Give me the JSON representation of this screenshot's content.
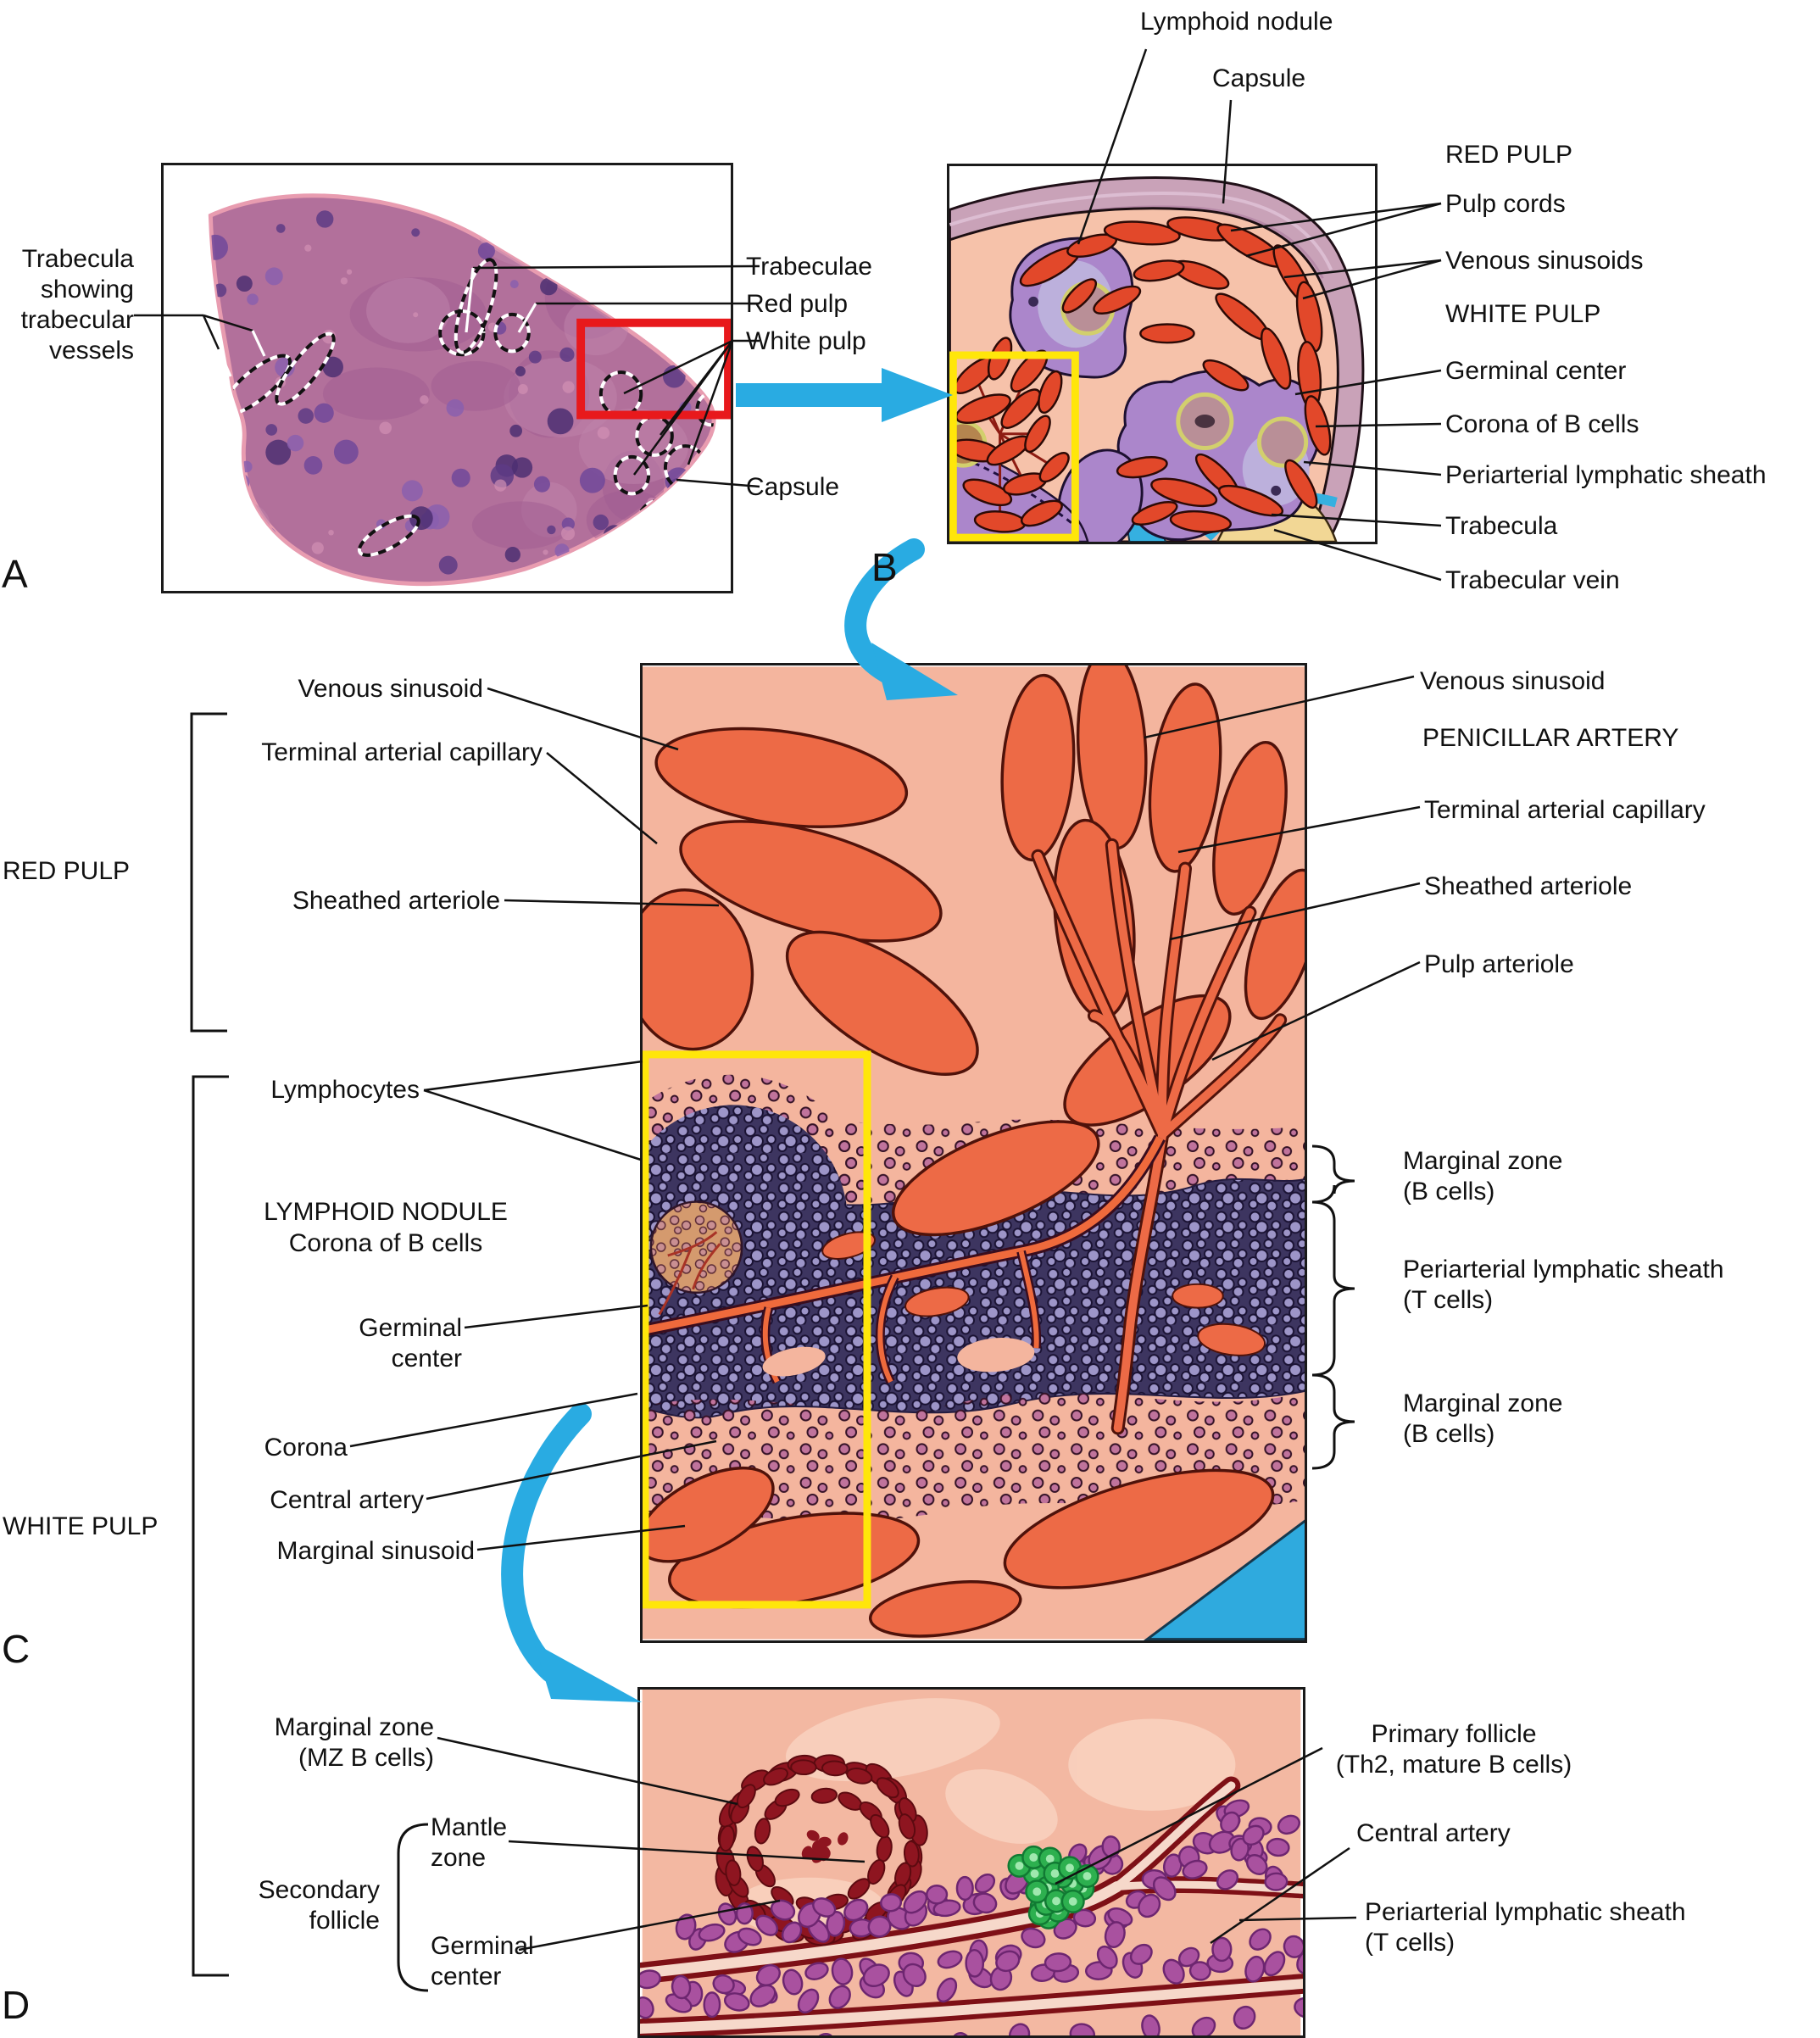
{
  "panel_a": {
    "letter": "A",
    "trabecula_vessels": "Trabecula\nshowing\ntrabecular\nvessels",
    "trabeculae": "Trabeculae",
    "red_pulp": "Red pulp",
    "white_pulp": "White pulp",
    "capsule": "Capsule"
  },
  "panel_b": {
    "letter": "B",
    "lymphoid_nodule": "Lymphoid nodule",
    "capsule": "Capsule",
    "right_labels": [
      "RED PULP",
      "Pulp cords",
      "Venous sinusoids",
      "WHITE PULP",
      "Germinal center",
      "Corona of B cells",
      "Periarterial lymphatic sheath",
      "Trabecula",
      "Trabecular vein"
    ]
  },
  "panel_c": {
    "letter": "C",
    "venous_sinusoid_left": "Venous sinusoid",
    "terminal_capillary_left": "Terminal arterial capillary",
    "red_pulp": "RED PULP",
    "sheathed_arteriole_left": "Sheathed arteriole",
    "lymphocytes": "Lymphocytes",
    "lymphoid_nodule": "LYMPHOID NODULE",
    "corona_of_b_cells": "Corona of B cells",
    "germinal_center": "Germinal center",
    "corona": "Corona",
    "central_artery": "Central artery",
    "marginal_sinusoid": "Marginal sinusoid",
    "white_pulp": "WHITE PULP",
    "venous_sinusoid_right": "Venous sinusoid",
    "penicillar_artery": "PENICILLAR ARTERY",
    "terminal_capillary_right": "Terminal arterial capillary",
    "sheathed_arteriole_right": "Sheathed arteriole",
    "pulp_arteriole": "Pulp arteriole",
    "marginal_zone_top": "Marginal zone\n(B cells)",
    "pals": "Periarterial lymphatic sheath\n(T cells)",
    "marginal_zone_bottom": "Marginal zone\n(B cells)"
  },
  "panel_d": {
    "letter": "D",
    "marginal_zone": "Marginal zone\n(MZ B cells)",
    "secondary_follicle": "Secondary\nfollicle",
    "mantle_zone": "Mantle\nzone",
    "germinal_center": "Germinal\ncenter",
    "primary_follicle": "Primary follicle\n(Th2, mature B cells)",
    "central_artery": "Central artery",
    "pals": "Periarterial lymphatic sheath\n(T cells)"
  },
  "colors": {
    "arrow_blue": "#29abe2",
    "highlight_yellow": "#ffe60a",
    "highlight_red": "#e8191c",
    "red_pulp_salmon": "#ed6a46",
    "pals_dark": "#3d3560",
    "trabecular_vein_blue": "#2faade"
  }
}
